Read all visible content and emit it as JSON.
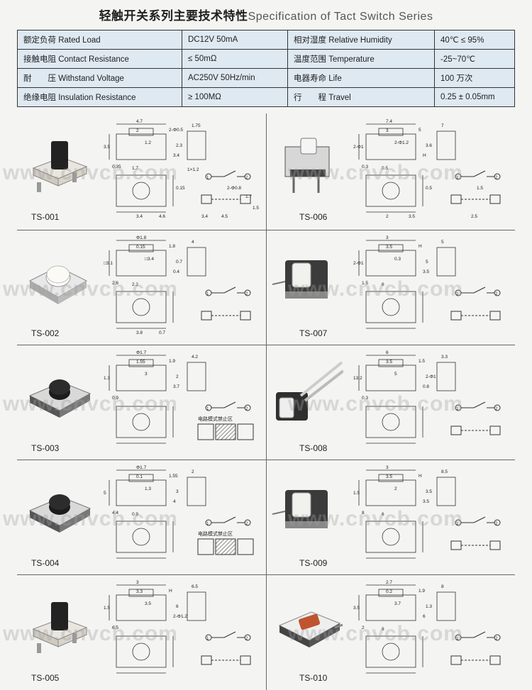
{
  "title": {
    "zh": "轻触开关系列主要技术特性",
    "en": "Specification of Tact Switch Series"
  },
  "specs": {
    "rows": [
      {
        "lk": "额定负荷 Rated Load",
        "lv": "DC12V 50mA",
        "rk": "相对湿度 Relative Humidity",
        "rv": "40℃ ≤ 95%"
      },
      {
        "lk": "接触电阻 Contact Resistance",
        "lv": "≤ 50mΩ",
        "rk": "温度范围 Temperature",
        "rv": "-25~70℃"
      },
      {
        "lk": "耐　　压 Withstand Voltage",
        "lv": "AC250V 50Hz/min",
        "rk": "电器寿命 Life",
        "rv": "100 万次"
      },
      {
        "lk": "绝缘电阻 Insulation Resistance",
        "lv": "≥ 100MΩ",
        "rk": "行　　程 Travel",
        "rv": "0.25 ± 0.05mm"
      }
    ]
  },
  "models": [
    "TS-001",
    "TS-006",
    "TS-002",
    "TS-007",
    "TS-003",
    "TS-008",
    "TS-004",
    "TS-009",
    "TS-005",
    "TS-010"
  ],
  "watermark": "www.cnvcb.com",
  "forbidden_zone": "电路模式禁止区",
  "dims": {
    "ts001": [
      "4.7",
      "2",
      "2-Φ0.5",
      "1.75",
      "3.5",
      "1.2",
      "2.3",
      "3.4",
      "0.35",
      "1.7",
      "3.4",
      "4.6",
      "0.15",
      "4.5",
      "2-Φ0.8",
      "1×1.2",
      "1.7",
      "3.4",
      "1.5"
    ],
    "ts006": [
      "7.4",
      "3",
      "5",
      "7",
      "2-Φ1",
      "2-Φ1.2",
      "3.6",
      "H",
      "0.3",
      "0.5",
      "2",
      "3.5",
      "0.5",
      "2.5",
      "1.5"
    ],
    "ts002": [
      "Φ1.8",
      "0.15",
      "1.8",
      "4",
      "□3.1",
      "□3.4",
      "0.7",
      "0.4",
      "2.6",
      "2.2",
      "3.8",
      "0.7"
    ],
    "ts007": [
      "3",
      "3.5",
      "H",
      "5",
      "2-Φ1",
      "0.3",
      "5",
      "3.5",
      "1.5",
      "6"
    ],
    "ts003": [
      "Φ1.7",
      "1.55",
      "1.9",
      "4.2",
      "1.3",
      "3",
      "2",
      "3.7",
      "0.9"
    ],
    "ts008": [
      "6",
      "3.5",
      "1.5",
      "3.3",
      "13.2",
      "5",
      "2-Φ1",
      "0.8",
      "0.3"
    ],
    "ts004": [
      "Φ1.7",
      "0.1",
      "1.55",
      "2",
      "5",
      "1.3",
      "3",
      "4",
      "4.4",
      "0.9"
    ],
    "ts009": [
      "3",
      "3.5",
      "H",
      "8.5",
      "1.5",
      "2",
      "3.5",
      "3.5",
      "8",
      "6"
    ],
    "ts005": [
      "3",
      "3.3",
      "H",
      "6.5",
      "1.5",
      "3.5",
      "6",
      "2-Φ1.2",
      "6.5"
    ],
    "ts010": [
      "2.7",
      "0.2",
      "1.9",
      "8",
      "3.5",
      "3.7",
      "1.3",
      "6",
      "2",
      "8"
    ]
  }
}
